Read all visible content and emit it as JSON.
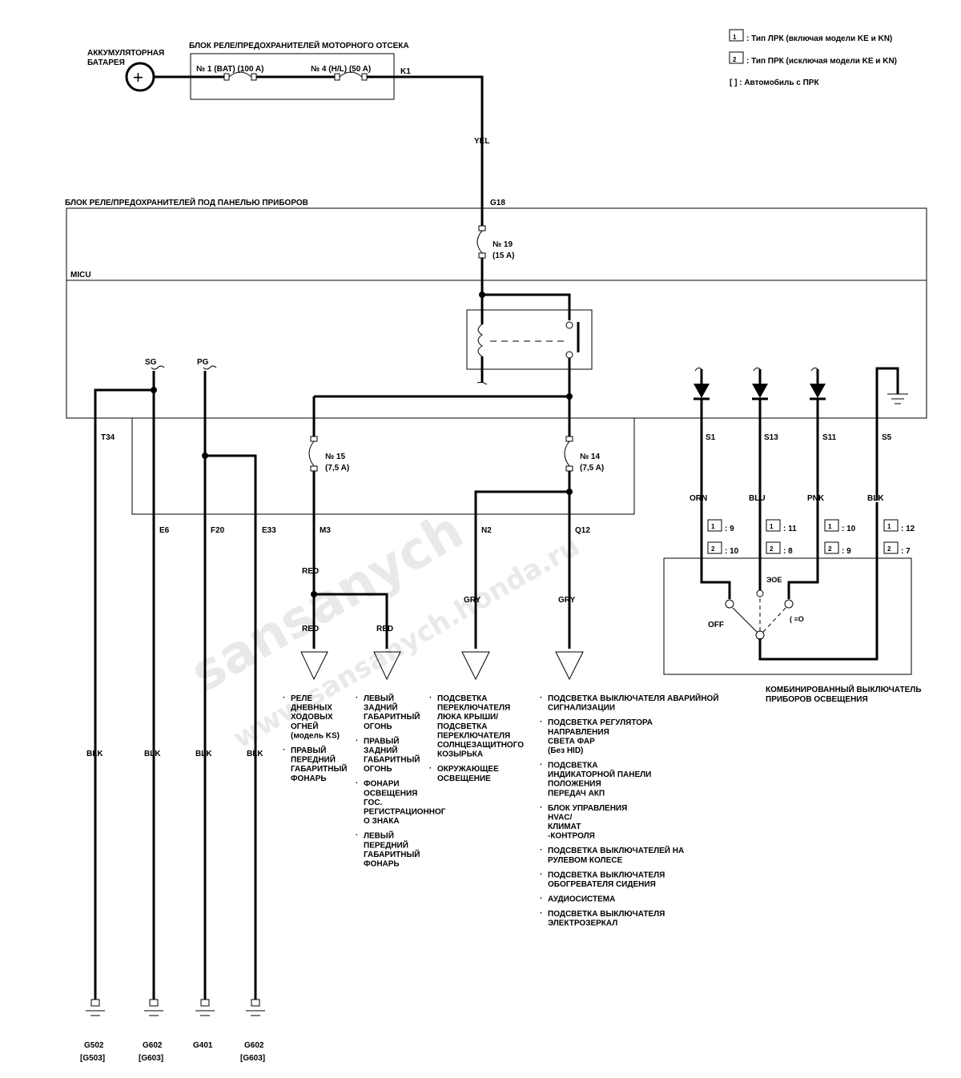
{
  "legend": {
    "item1_box": "1",
    "item1_text": ": Тип ЛРК (включая модели KE и KN)",
    "item2_box": "2",
    "item2_text": ": Тип ПРК (исключая модели KE и KN)",
    "item3_text": "[ ] : Автомобиль с ПРК"
  },
  "battery": {
    "label_line1": "АККУМУЛЯТОРНАЯ",
    "label_line2": "БАТАРЕЯ",
    "plus": "+"
  },
  "engine_box": {
    "title": "БЛОК РЕЛЕ/ПРЕДОХРАНИТЕЛЕЙ МОТОРНОГО ОТСЕКА",
    "fuse1": "№ 1 (BAT) (100 A)",
    "fuse4": "№ 4 (H/L) (50 A)",
    "terminal": "K1"
  },
  "wire_yel": "YEL",
  "dash_box": {
    "title": "БЛОК РЕЛЕ/ПРЕДОХРАНИТЕЛЕЙ ПОД ПАНЕЛЬЮ ПРИБОРОВ",
    "terminal_g18": "G18",
    "fuse19_num": "№ 19",
    "fuse19_amp": "(15 A)",
    "micu": "MICU",
    "fuse15_num": "№ 15",
    "fuse15_amp": "(7,5 A)",
    "fuse14_num": "№ 14",
    "fuse14_amp": "(7,5 A)",
    "term_sg": "SG",
    "term_pg": "PG"
  },
  "terminals": {
    "t34": "T34",
    "e6": "E6",
    "f20": "F20",
    "e33": "E33",
    "m3": "M3",
    "n2": "N2",
    "q12": "Q12",
    "s1": "S1",
    "s13": "S13",
    "s11": "S11",
    "s5": "S5"
  },
  "wires": {
    "red": "RED",
    "red_left": "RED",
    "red_right": "RED",
    "gry_n2": "GRY",
    "gry_q12": "GRY",
    "blk1": "BLK",
    "blk2": "BLK",
    "blk3": "BLK",
    "blk4": "BLK",
    "orn": "ORN",
    "blu": "BLU",
    "pnk": "PNK",
    "blk_sw": "BLK"
  },
  "switch_pins": [
    {
      "b1": "1",
      "p1": ": 9",
      "b2": "2",
      "p2": ": 10"
    },
    {
      "b1": "1",
      "p1": ": 11",
      "b2": "2",
      "p2": ": 8"
    },
    {
      "b1": "1",
      "p1": ": 10",
      "b2": "2",
      "p2": ": 9"
    },
    {
      "b1": "1",
      "p1": ": 12",
      "b2": "2",
      "p2": ": 7"
    }
  ],
  "switch": {
    "off": "OFF",
    "parking_symbol": "ЭОЕ",
    "headlight_symbol": "( ≡O",
    "label_line1": "КОМБИНИРОВАННЫЙ ВЫКЛЮЧАТЕЛЬ",
    "label_line2": "ПРИБОРОВ ОСВЕЩЕНИЯ"
  },
  "grounds": [
    {
      "name": "G502",
      "alt": "[G503]"
    },
    {
      "name": "G602",
      "alt": "[G603]"
    },
    {
      "name": "G401",
      "alt": ""
    },
    {
      "name": "G602",
      "alt": "[G603]"
    }
  ],
  "loads_red_left": [
    "РЕЛЕ",
    "ДНЕВНЫХ",
    "ХОДОВЫХ",
    "ОГНЕЙ",
    "(модель KS)",
    "",
    "ПРАВЫЙ",
    "ПЕРЕДНИЙ",
    "ГАБАРИТНЫЙ",
    "ФОНАРЬ"
  ],
  "loads_red_right": [
    "ЛЕВЫЙ",
    "ЗАДНИЙ",
    "ГАБАРИТНЫЙ",
    "ОГОНЬ",
    "",
    "ПРАВЫЙ",
    "ЗАДНИЙ",
    "ГАБАРИТНЫЙ",
    "ОГОНЬ",
    "",
    "ФОНАРИ",
    "ОСВЕЩЕНИЯ",
    "ГОС.",
    "РЕГИСТРАЦИОННОГ",
    "О ЗНАКА",
    "",
    "ЛЕВЫЙ",
    "ПЕРЕДНИЙ",
    "ГАБАРИТНЫЙ",
    "ФОНАРЬ"
  ],
  "loads_gry_n2": [
    "ПОДСВЕТКА",
    "ПЕРЕКЛЮЧАТЕЛЯ",
    "ЛЮКА КРЫШИ/",
    "ПОДСВЕТКА",
    "ПЕРЕКЛЮЧАТЕЛЯ",
    "СОЛНЦЕЗАЩИТНОГО",
    "КОЗЫРЬКА",
    "",
    "ОКРУЖАЮЩЕЕ",
    "ОСВЕЩЕНИЕ"
  ],
  "loads_gry_q12": [
    "ПОДСВЕТКА ВЫКЛЮЧАТЕЛЯ АВАРИЙНОЙ",
    "СИГНАЛИЗАЦИИ",
    "",
    "ПОДСВЕТКА РЕГУЛЯТОРА",
    "НАПРАВЛЕНИЯ",
    "СВЕТА ФАР",
    "(Без HID)",
    "",
    "ПОДСВЕТКА",
    "ИНДИКАТОРНОЙ ПАНЕЛИ",
    "ПОЛОЖЕНИЯ",
    "ПЕРЕДАЧ АКП",
    "",
    "БЛОК УПРАВЛЕНИЯ",
    "HVAC/",
    "КЛИМАТ",
    "-КОНТРОЛЯ",
    "",
    "ПОДСВЕТКА ВЫКЛЮЧАТЕЛЕЙ НА",
    "РУЛЕВОМ КОЛЕСЕ",
    "",
    "ПОДСВЕТКА ВЫКЛЮЧАТЕЛЯ",
    "ОБОГРЕВАТЕЛЯ СИДЕНИЯ",
    "",
    "АУДИОСИСТЕМА",
    "",
    "ПОДСВЕТКА ВЫКЛЮЧАТЕЛЯ",
    "ЭЛЕКТРОЗЕРКАЛ"
  ],
  "watermark1": "sansanych",
  "watermark2": "www.sansanych.honda.ru"
}
